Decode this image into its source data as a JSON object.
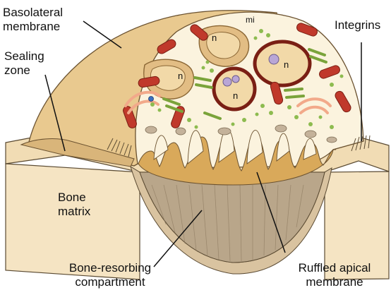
{
  "diagram": {
    "labels": {
      "basolateral_line1": "Basolateral",
      "basolateral_line2": "membrane",
      "sealing_line1": "Sealing",
      "sealing_line2": "zone",
      "integrins": "Integrins",
      "bone_matrix_line1": "Bone",
      "bone_matrix_line2": "matrix",
      "resorbing_line1": "Bone-resorbing",
      "resorbing_line2": "compartment",
      "ruffled_line1": "Ruffled apical",
      "ruffled_line2": "membrane"
    },
    "organelle_labels": {
      "mitochondrion": "mi",
      "nucleus": "n"
    },
    "colors": {
      "bone": "#f5e4c3",
      "bone_edge": "#5a4a32",
      "cell_surface": "#e9c98f",
      "cytoplasm": "#fbf3de",
      "nucleus_ring": "#7a1f14",
      "nucleus_fill": "#f2d9a8",
      "nucleolus": "#b9a6d6",
      "mitochondria": "#c0392b",
      "golgi": "#f2a98a",
      "er": "#7aa33a",
      "vesicles": "#8dbb4f",
      "ruffle": "#d9a95a",
      "compartment": "#b9a68a"
    }
  }
}
